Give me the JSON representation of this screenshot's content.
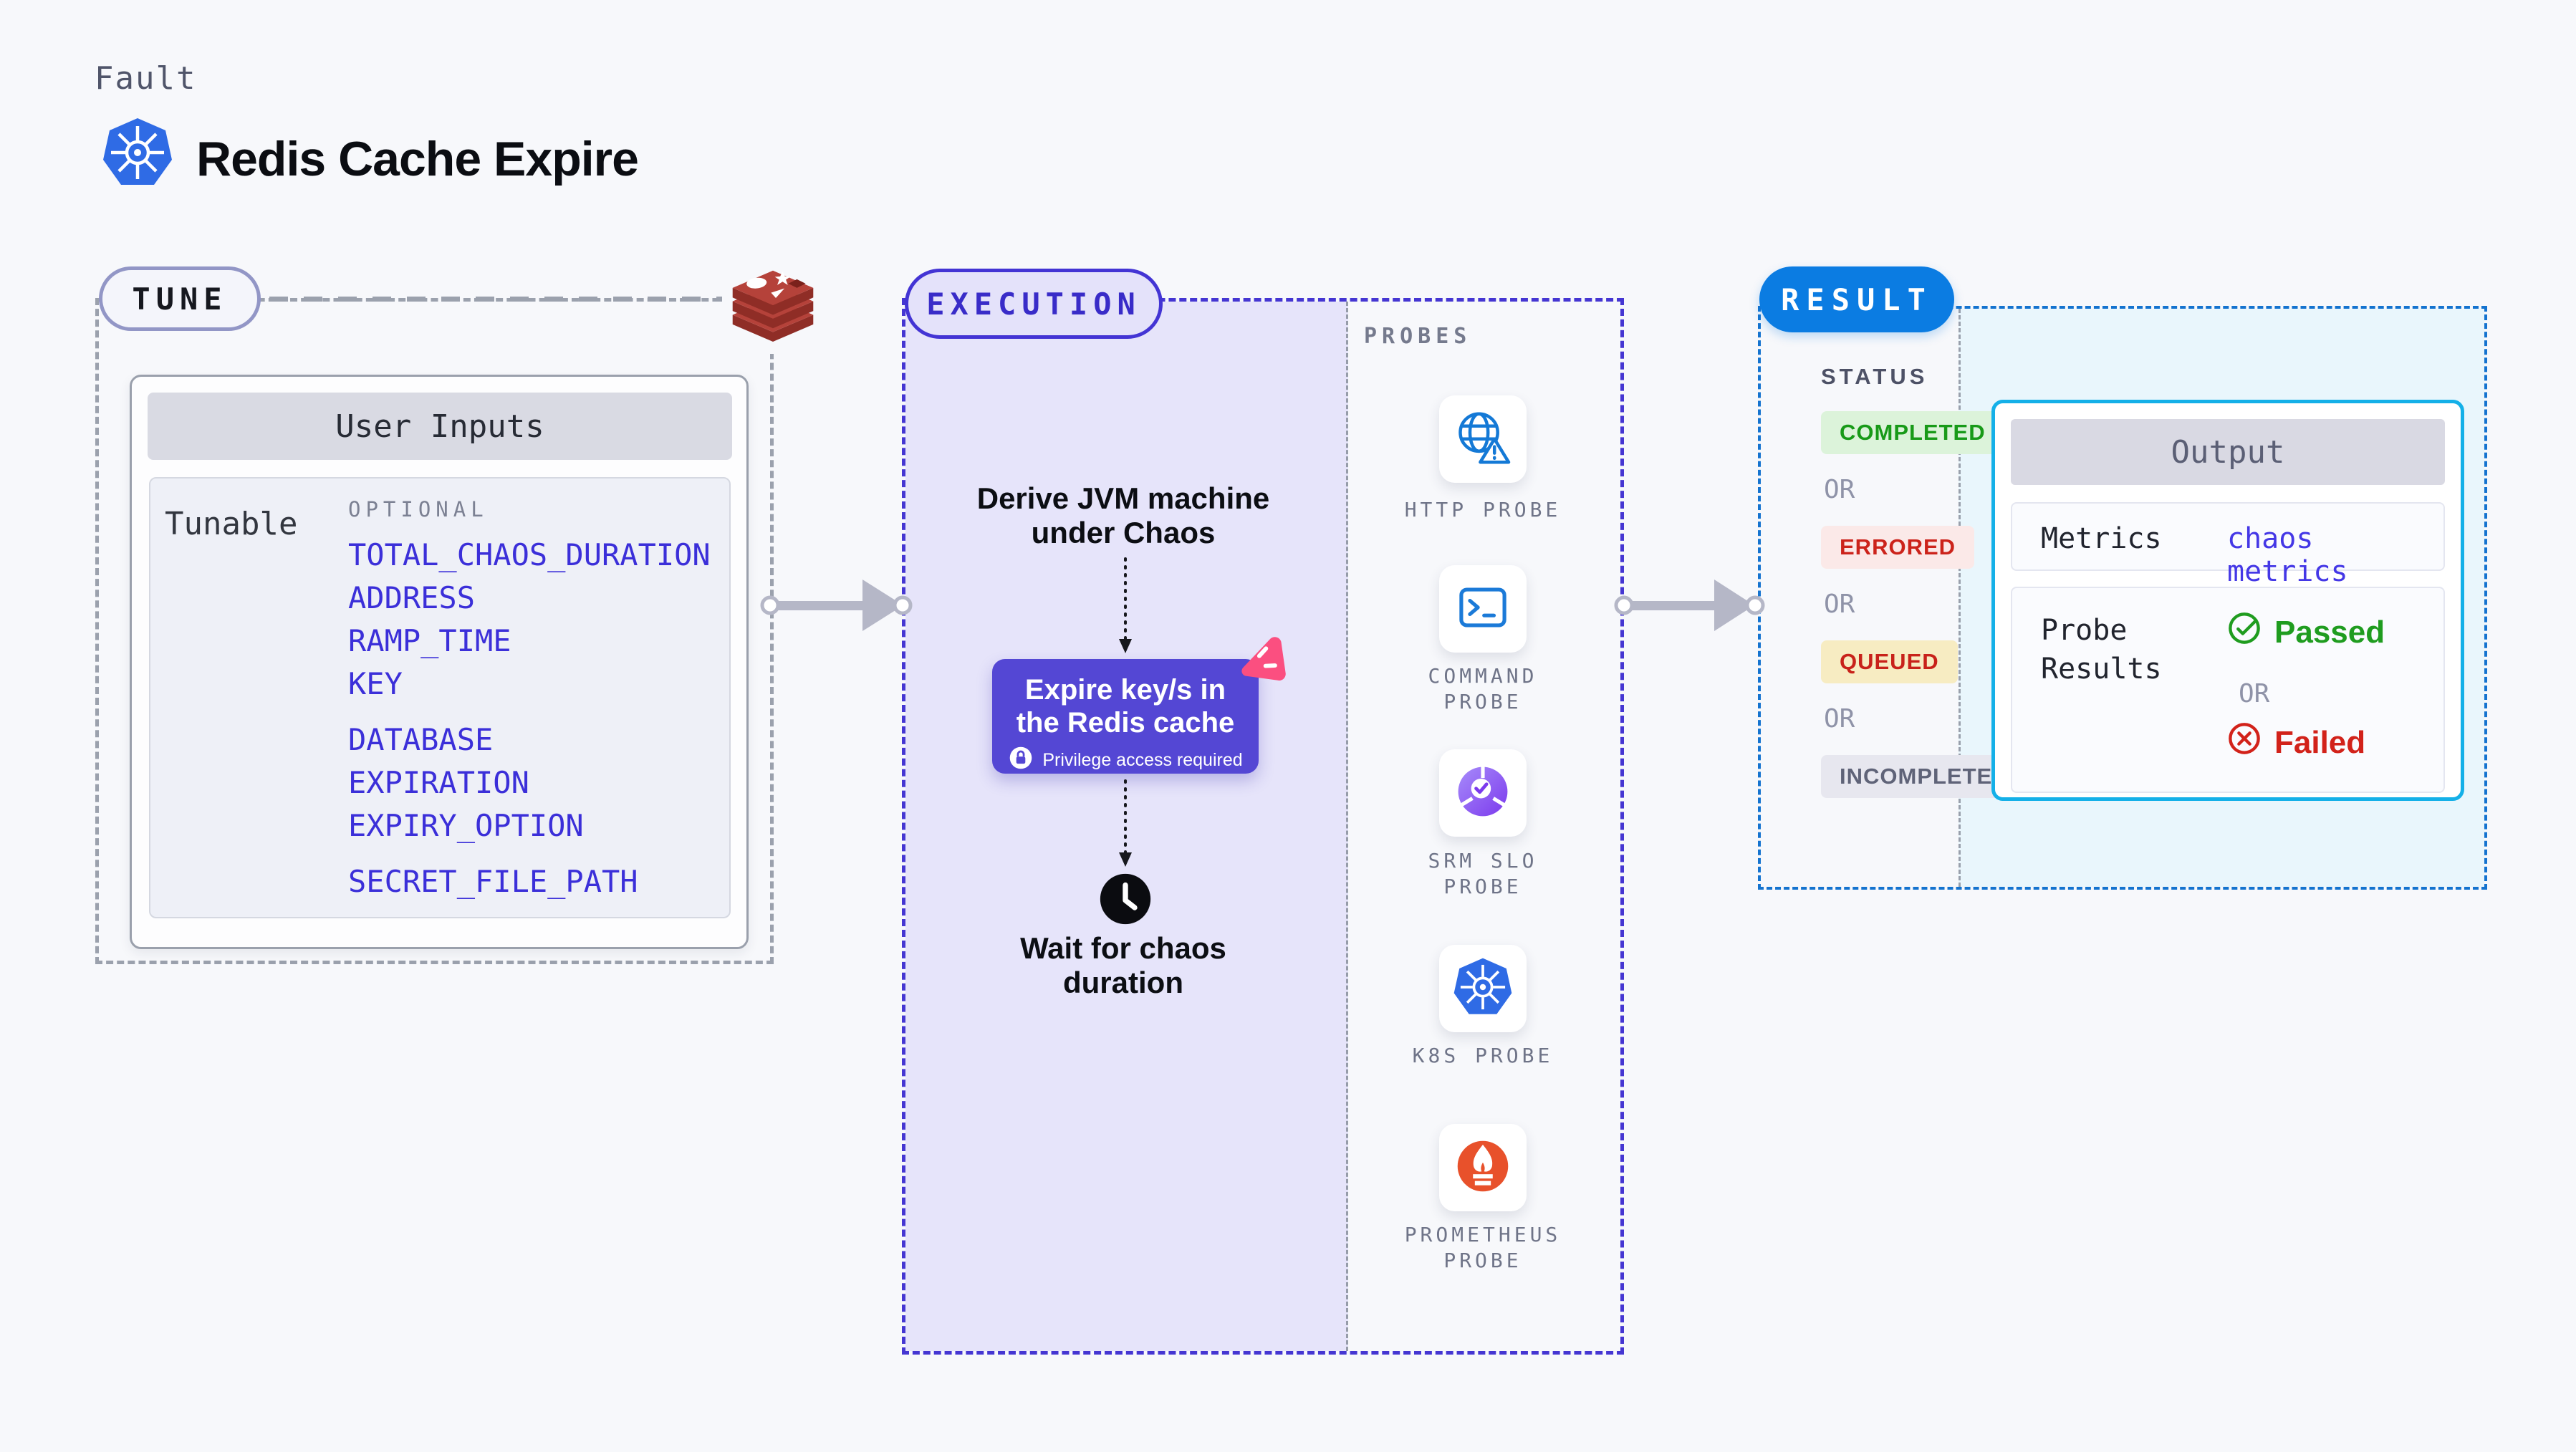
{
  "colors": {
    "page_bg": "#f7f8fb",
    "accent_indigo": "#4334d4",
    "execution_panel": "#e6e4fa",
    "action_card_purple": "#5447d4",
    "pink_badge": "#fb4f80",
    "result_blue": "#0b7ce2",
    "output_cyan_border": "#14b0e8",
    "output_panel_cyan": "#e9f6fc",
    "link_blue": "#3b2fd9",
    "success_green": "#1f9c1f",
    "error_red": "#cc231b",
    "queued_bg": "#f7ecc2",
    "kubernetes_blue": "#2f6be5",
    "redis_red": "#b5423a",
    "prometheus_orange": "#e8512b"
  },
  "header": {
    "kicker": "Fault",
    "title": "Redis Cache Expire",
    "icon": "kubernetes-icon"
  },
  "tune": {
    "pill": "TUNE",
    "icon": "redis-icon",
    "inputs": {
      "title": "User Inputs",
      "row_label": "Tunable",
      "col_label": "OPTIONAL",
      "groups": [
        [
          "TOTAL_CHAOS_DURATION",
          "ADDRESS",
          "RAMP_TIME",
          "KEY"
        ],
        [
          "DATABASE",
          "EXPIRATION",
          "EXPIRY_OPTION"
        ],
        [
          "SECRET_FILE_PATH"
        ]
      ]
    }
  },
  "execution": {
    "pill": "EXECUTION",
    "derive_step": "Derive JVM machine under Chaos",
    "action_step": "Expire key/s in the Redis cache",
    "action_note": "Privilege access required",
    "wait_step": "Wait for chaos duration"
  },
  "probes": {
    "heading": "PROBES",
    "items": [
      {
        "label": "HTTP PROBE",
        "icon": "globe-alert-icon"
      },
      {
        "label": "COMMAND PROBE",
        "icon": "terminal-icon"
      },
      {
        "label": "SRM SLO PROBE",
        "icon": "slo-gauge-icon"
      },
      {
        "label": "K8S PROBE",
        "icon": "kubernetes-icon"
      },
      {
        "label": "PROMETHEUS PROBE",
        "icon": "prometheus-icon"
      }
    ]
  },
  "result": {
    "pill": "RESULT",
    "status": {
      "heading": "STATUS",
      "separator": "OR",
      "items": [
        {
          "label": "COMPLETED",
          "state": "completed"
        },
        {
          "label": "ERRORED",
          "state": "errored"
        },
        {
          "label": "QUEUED",
          "state": "queued"
        },
        {
          "label": "INCOMPLETED",
          "state": "incompleted"
        }
      ]
    },
    "output": {
      "title": "Output",
      "metrics_label": "Metrics",
      "metrics_value": "chaos metrics",
      "probe_results_label": "Probe Results",
      "passed": "Passed",
      "separator": "OR",
      "failed": "Failed"
    }
  }
}
